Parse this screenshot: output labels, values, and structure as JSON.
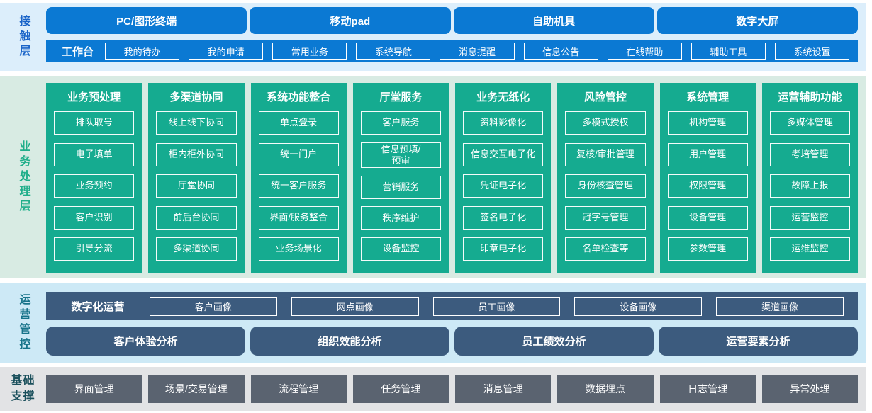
{
  "colors": {
    "blue": "#0b79d3",
    "green": "#15ab90",
    "slate": "#3c5b7e",
    "gray": "#5a6370",
    "contact_bg": "#dceefb",
    "business_bg": "#d8ebe3",
    "ops_bg": "#cde9f6",
    "foundation_bg": "#e2e3e5",
    "contact_label": "#1a64c8",
    "business_label": "#1fae8a",
    "ops_label": "#17738a",
    "foundation_label": "#1b505c"
  },
  "contact": {
    "label": "接触层",
    "terminals": [
      "PC/图形终端",
      "移动pad",
      "自助机具",
      "数字大屏"
    ],
    "workbench": {
      "label": "工作台",
      "items": [
        "我的待办",
        "我的申请",
        "常用业务",
        "系统导航",
        "消息提醒",
        "信息公告",
        "在线帮助",
        "辅助工具",
        "系统设置"
      ]
    }
  },
  "business": {
    "label": "业务处理层",
    "columns": [
      {
        "title": "业务预处理",
        "items": [
          "排队取号",
          "电子填单",
          "业务预约",
          "客户识别",
          "引导分流"
        ]
      },
      {
        "title": "多渠道协同",
        "items": [
          "线上线下协同",
          "柜内柜外协同",
          "厅堂协同",
          "前后台协同",
          "多渠道协同"
        ]
      },
      {
        "title": "系统功能整合",
        "items": [
          "单点登录",
          "统一门户",
          "统一客户服务",
          "界面/服务整合",
          "业务场景化"
        ]
      },
      {
        "title": "厅堂服务",
        "items": [
          "客户服务",
          "信息预填/\n预审",
          "营销服务",
          "秩序维护",
          "设备监控"
        ]
      },
      {
        "title": "业务无纸化",
        "items": [
          "资料影像化",
          "信息交互电子化",
          "凭证电子化",
          "签名电子化",
          "印章电子化"
        ]
      },
      {
        "title": "风险管控",
        "items": [
          "多模式授权",
          "复核/审批管理",
          "身份核查管理",
          "冠字号管理",
          "名单检查等"
        ]
      },
      {
        "title": "系统管理",
        "items": [
          "机构管理",
          "用户管理",
          "权限管理",
          "设备管理",
          "参数管理"
        ]
      },
      {
        "title": "运营辅助功能",
        "items": [
          "多媒体管理",
          "考培管理",
          "故障上报",
          "运营监控",
          "运维监控"
        ]
      }
    ]
  },
  "operation": {
    "label": "运营管控",
    "digital_ops": {
      "label": "数字化运营",
      "items": [
        "客户画像",
        "网点画像",
        "员工画像",
        "设备画像",
        "渠道画像"
      ]
    },
    "analysis": [
      "客户体验分析",
      "组织效能分析",
      "员工绩效分析",
      "运营要素分析"
    ]
  },
  "foundation": {
    "label": "基础支撑",
    "items": [
      "界面管理",
      "场景/交易管理",
      "流程管理",
      "任务管理",
      "消息管理",
      "数据埋点",
      "日志管理",
      "异常处理"
    ]
  }
}
